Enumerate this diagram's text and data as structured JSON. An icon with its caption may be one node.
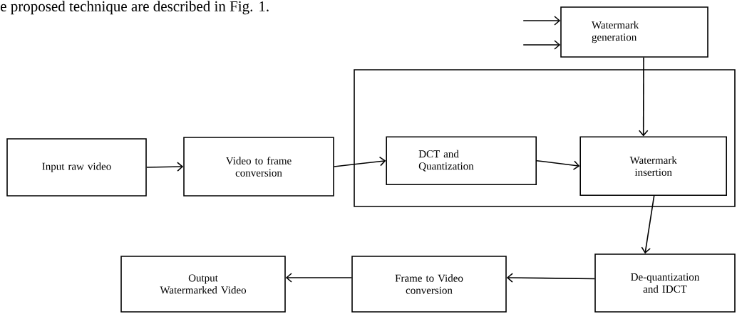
{
  "diagram": {
    "nodes": [
      {
        "text": [
          "Watermark generation"
        ]
      },
      {
        "text": [],
        "shape": "box"
      },
      {
        "text": [
          "Input raw  video"
        ]
      },
      {
        "text": [
          "Video to frame conversion"
        ]
      },
      {
        "text": [
          "DCT and Quantization"
        ],
        "in": 1
      },
      {
        "text": [
          "Watermark insertion"
        ],
        "in": 1
      },
      {
        "text": [
          "De-quantization and IDCT"
        ]
      },
      {
        "text": [
          "Frame to Video conversion"
        ]
      },
      {
        "text": [
          "Output Watermarked Video"
        ]
      }
    ],
    "edges": [
      {
        "from": null,
        "to": 0,
        "arrow": "to"
      },
      {
        "from": null,
        "to": 0,
        "arrow": "to"
      },
      {
        "from": 0,
        "to": 5,
        "arrow": "to"
      },
      {
        "from": 2,
        "to": 3,
        "arrow": "to"
      },
      {
        "from": 3,
        "to": 4,
        "arrow": "to"
      },
      {
        "from": 4,
        "to": 5,
        "arrow": "to"
      },
      {
        "from": 5,
        "to": 6,
        "arrow": "to"
      },
      {
        "from": 6,
        "to": 7,
        "arrow": "to"
      },
      {
        "from": 7,
        "to": 8,
        "arrow": "to"
      }
    ],
    "labels": [
      "e proposed technique are described in Fig. 1."
    ]
  }
}
